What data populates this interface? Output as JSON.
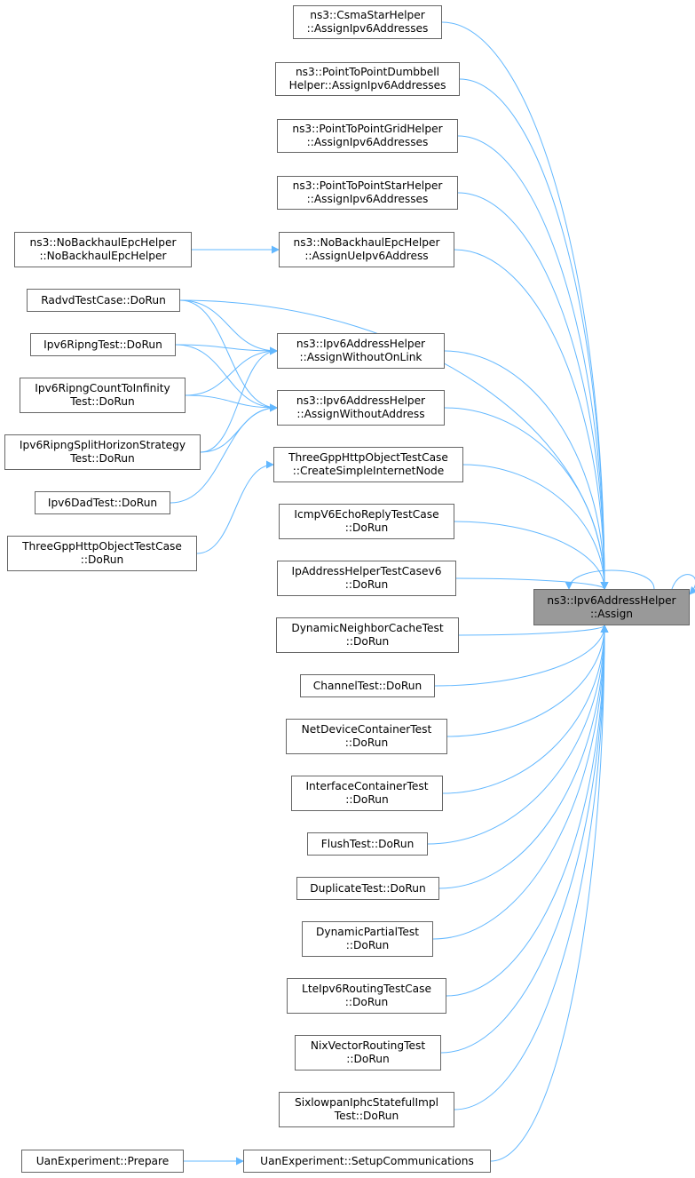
{
  "colors": {
    "edge": "#63b8ff",
    "node_border": "#666666",
    "node_fill": "#ffffff",
    "target_fill": "#999999"
  },
  "target": {
    "id": "ipv6addr-assign",
    "lines": [
      "ns3::Ipv6AddressHelper",
      "::Assign"
    ]
  },
  "nodes": [
    {
      "id": "csmastar",
      "lines": [
        "ns3::CsmaStarHelper",
        "::AssignIpv6Addresses"
      ]
    },
    {
      "id": "p2pdumbbell",
      "lines": [
        "ns3::PointToPointDumbbell",
        "Helper::AssignIpv6Addresses"
      ]
    },
    {
      "id": "p2pgrid",
      "lines": [
        "ns3::PointToPointGridHelper",
        "::AssignIpv6Addresses"
      ]
    },
    {
      "id": "p2pstar",
      "lines": [
        "ns3::PointToPointStarHelper",
        "::AssignIpv6Addresses"
      ]
    },
    {
      "id": "nobackhaul-ctor",
      "lines": [
        "ns3::NoBackhaulEpcHelper",
        "::NoBackhaulEpcHelper"
      ]
    },
    {
      "id": "nobackhaul-assign",
      "lines": [
        "ns3::NoBackhaulEpcHelper",
        "::AssignUeIpv6Address"
      ]
    },
    {
      "id": "radvd",
      "lines": [
        "RadvdTestCase::DoRun"
      ]
    },
    {
      "id": "ripng",
      "lines": [
        "Ipv6RipngTest::DoRun"
      ]
    },
    {
      "id": "ripng-count",
      "lines": [
        "Ipv6RipngCountToInfinity",
        "Test::DoRun"
      ]
    },
    {
      "id": "ripng-split",
      "lines": [
        "Ipv6RipngSplitHorizonStrategy",
        "Test::DoRun"
      ]
    },
    {
      "id": "dad",
      "lines": [
        "Ipv6DadTest::DoRun"
      ]
    },
    {
      "id": "http-dorun",
      "lines": [
        "ThreeGppHttpObjectTestCase",
        "::DoRun"
      ]
    },
    {
      "id": "without-onlink",
      "lines": [
        "ns3::Ipv6AddressHelper",
        "::AssignWithoutOnLink"
      ]
    },
    {
      "id": "without-address",
      "lines": [
        "ns3::Ipv6AddressHelper",
        "::AssignWithoutAddress"
      ]
    },
    {
      "id": "http-create",
      "lines": [
        "ThreeGppHttpObjectTestCase",
        "::CreateSimpleInternetNode"
      ]
    },
    {
      "id": "icmpv6",
      "lines": [
        "IcmpV6EchoReplyTestCase",
        "::DoRun"
      ]
    },
    {
      "id": "ipaddrhelper-v6",
      "lines": [
        "IpAddressHelperTestCasev6",
        "::DoRun"
      ]
    },
    {
      "id": "dyn-neighbor",
      "lines": [
        "DynamicNeighborCacheTest",
        "::DoRun"
      ]
    },
    {
      "id": "channel",
      "lines": [
        "ChannelTest::DoRun"
      ]
    },
    {
      "id": "netdevice",
      "lines": [
        "NetDeviceContainerTest",
        "::DoRun"
      ]
    },
    {
      "id": "interface",
      "lines": [
        "InterfaceContainerTest",
        "::DoRun"
      ]
    },
    {
      "id": "flush",
      "lines": [
        "FlushTest::DoRun"
      ]
    },
    {
      "id": "duplicate",
      "lines": [
        "DuplicateTest::DoRun"
      ]
    },
    {
      "id": "dyn-partial",
      "lines": [
        "DynamicPartialTest",
        "::DoRun"
      ]
    },
    {
      "id": "lte-routing",
      "lines": [
        "LteIpv6RoutingTestCase",
        "::DoRun"
      ]
    },
    {
      "id": "nix",
      "lines": [
        "NixVectorRoutingTest",
        "::DoRun"
      ]
    },
    {
      "id": "sixlowpan",
      "lines": [
        "SixlowpanIphcStatefulImpl",
        "Test::DoRun"
      ]
    },
    {
      "id": "uan-prepare",
      "lines": [
        "UanExperiment::Prepare"
      ]
    },
    {
      "id": "uan-setup",
      "lines": [
        "UanExperiment::SetupCommunications"
      ]
    }
  ],
  "edges": [
    {
      "from": "csmastar",
      "to": "ipv6addr-assign"
    },
    {
      "from": "p2pdumbbell",
      "to": "ipv6addr-assign"
    },
    {
      "from": "p2pgrid",
      "to": "ipv6addr-assign"
    },
    {
      "from": "p2pstar",
      "to": "ipv6addr-assign"
    },
    {
      "from": "nobackhaul-assign",
      "to": "ipv6addr-assign"
    },
    {
      "from": "nobackhaul-ctor",
      "to": "nobackhaul-assign"
    },
    {
      "from": "radvd",
      "to": "ipv6addr-assign"
    },
    {
      "from": "radvd",
      "to": "without-onlink"
    },
    {
      "from": "radvd",
      "to": "without-address"
    },
    {
      "from": "ripng",
      "to": "without-onlink"
    },
    {
      "from": "ripng",
      "to": "without-address"
    },
    {
      "from": "ripng-count",
      "to": "without-onlink"
    },
    {
      "from": "ripng-count",
      "to": "without-address"
    },
    {
      "from": "ripng-split",
      "to": "without-onlink"
    },
    {
      "from": "ripng-split",
      "to": "without-address"
    },
    {
      "from": "dad",
      "to": "without-address"
    },
    {
      "from": "http-dorun",
      "to": "http-create"
    },
    {
      "from": "without-onlink",
      "to": "ipv6addr-assign"
    },
    {
      "from": "without-address",
      "to": "ipv6addr-assign"
    },
    {
      "from": "http-create",
      "to": "ipv6addr-assign"
    },
    {
      "from": "icmpv6",
      "to": "ipv6addr-assign"
    },
    {
      "from": "ipaddrhelper-v6",
      "to": "ipv6addr-assign"
    },
    {
      "from": "dyn-neighbor",
      "to": "ipv6addr-assign"
    },
    {
      "from": "channel",
      "to": "ipv6addr-assign"
    },
    {
      "from": "netdevice",
      "to": "ipv6addr-assign"
    },
    {
      "from": "interface",
      "to": "ipv6addr-assign"
    },
    {
      "from": "flush",
      "to": "ipv6addr-assign"
    },
    {
      "from": "duplicate",
      "to": "ipv6addr-assign"
    },
    {
      "from": "dyn-partial",
      "to": "ipv6addr-assign"
    },
    {
      "from": "lte-routing",
      "to": "ipv6addr-assign"
    },
    {
      "from": "nix",
      "to": "ipv6addr-assign"
    },
    {
      "from": "sixlowpan",
      "to": "ipv6addr-assign"
    },
    {
      "from": "uan-setup",
      "to": "ipv6addr-assign"
    },
    {
      "from": "uan-prepare",
      "to": "uan-setup"
    },
    {
      "from": "ipv6addr-assign",
      "to": "ipv6addr-assign"
    }
  ]
}
